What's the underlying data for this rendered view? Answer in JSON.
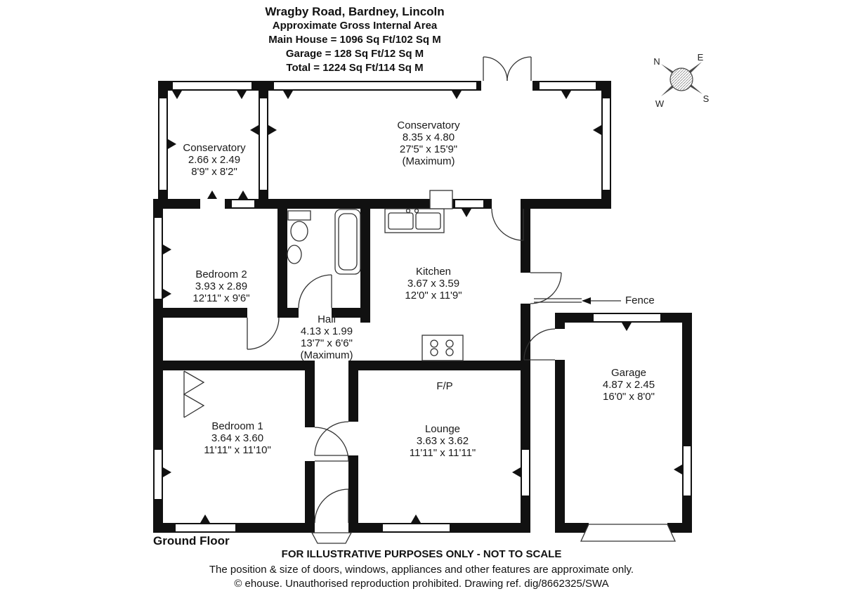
{
  "header": {
    "title": "Wragby Road, Bardney, Lincoln",
    "subtitle": "Approximate Gross Internal Area",
    "area_lines": [
      "Main House = 1096 Sq Ft/102 Sq M",
      "Garage = 128 Sq Ft/12 Sq M",
      "Total = 1224 Sq Ft/114 Sq M"
    ]
  },
  "compass": {
    "n": "N",
    "e": "E",
    "s": "S",
    "w": "W"
  },
  "rooms": [
    {
      "name": "Conservatory",
      "metric": "2.66 x 2.49",
      "imperial": "8'9\" x 8'2\""
    },
    {
      "name": "Conservatory",
      "metric": "8.35 x 4.80",
      "imperial": "27'5\" x 15'9\"",
      "note": "(Maximum)"
    },
    {
      "name": "Bedroom 2",
      "metric": "3.93 x 2.89",
      "imperial": "12'11\" x 9'6\""
    },
    {
      "name": "Kitchen",
      "metric": "3.67 x 3.59",
      "imperial": "12'0\" x 11'9\""
    },
    {
      "name": "Hall",
      "metric": "4.13 x 1.99",
      "imperial": "13'7\" x 6'6\"",
      "note": "(Maximum)"
    },
    {
      "name": "Bedroom 1",
      "metric": "3.64 x 3.60",
      "imperial": "11'11\" x 11'10\""
    },
    {
      "name": "Lounge",
      "metric": "3.63 x 3.62",
      "imperial": "11'11\" x 11'11\""
    },
    {
      "name": "Garage",
      "metric": "4.87 x 2.45",
      "imperial": "16'0\" x 8'0\""
    }
  ],
  "labels": {
    "fp": "F/P",
    "fence": "Fence"
  },
  "footer": {
    "floor": "Ground Floor",
    "disclaimer1": "FOR ILLUSTRATIVE PURPOSES ONLY - NOT TO SCALE",
    "disclaimer2": "The position & size of doors, windows, appliances and other features are approximate only.",
    "copyright": "© ehouse. Unauthorised reproduction prohibited. Drawing ref. dig/8662325/SWA"
  },
  "colors": {
    "wall": "#111111",
    "line": "#333333",
    "needle": "#4a4a4a"
  }
}
